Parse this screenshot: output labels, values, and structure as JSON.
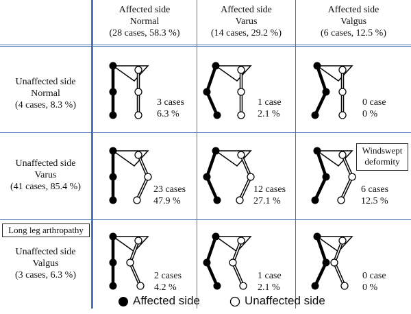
{
  "columns": [
    {
      "line1": "Affected side",
      "line2": "Normal",
      "line3": "(28 cases, 58.3 %)"
    },
    {
      "line1": "Affected side",
      "line2": "Varus",
      "line3": "(14 cases, 29.2 %)"
    },
    {
      "line1": "Affected side",
      "line2": "Valgus",
      "line3": "(6 cases, 12.5 %)"
    }
  ],
  "rows": [
    {
      "line1": "Unaffected side",
      "line2": "Normal",
      "line3": "(4 cases, 8.3 %)"
    },
    {
      "line1": "Unaffected side",
      "line2": "Varus",
      "line3": "(41 cases, 85.4 %)"
    },
    {
      "line1": "Unaffected side",
      "line2": "Valgus",
      "line3": "(3 cases, 6.3 %)"
    }
  ],
  "cells": [
    [
      {
        "count": "3 cases",
        "pct": "6.3 %"
      },
      {
        "count": "1 case",
        "pct": "2.1 %"
      },
      {
        "count": "0 case",
        "pct": "0 %"
      }
    ],
    [
      {
        "count": "23 cases",
        "pct": "47.9 %"
      },
      {
        "count": "12 cases",
        "pct": "27.1 %"
      },
      {
        "count": "6 cases",
        "pct": "12.5 %"
      }
    ],
    [
      {
        "count": "2 cases",
        "pct": "4.2 %"
      },
      {
        "count": "1 case",
        "pct": "2.1 %"
      },
      {
        "count": "0 case",
        "pct": "0 %"
      }
    ]
  ],
  "annotations": {
    "windswept": {
      "line1": "Windswept",
      "line2": "deformity"
    },
    "long_leg": "Long leg arthropathy"
  },
  "legend": {
    "affected": "Affected side",
    "unaffected": "Unaffected side"
  },
  "colors": {
    "grid_line": "#4a76b8",
    "affected_fill": "#000000",
    "unaffected_fill": "#ffffff"
  }
}
